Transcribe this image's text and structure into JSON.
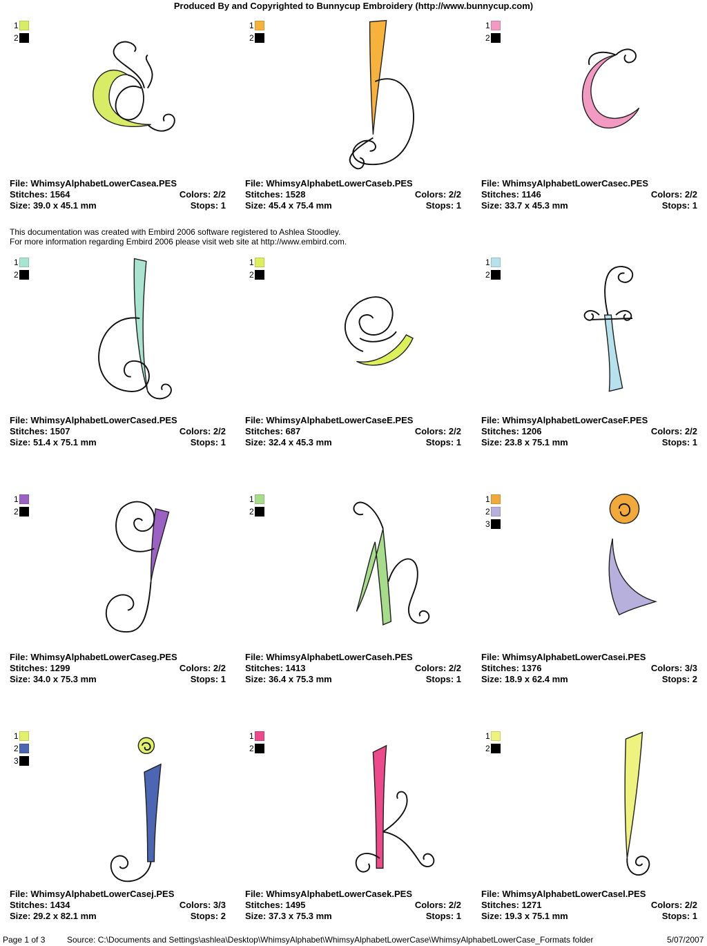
{
  "header": "Produced By and Copyrighted to Bunnycup Embroidery (http://www.bunnycup.com)",
  "notice": [
    "This documentation was created with Embird 2006 software registered to Ashlea Stoodley.",
    "For more information regarding Embird 2006 please visit web site at http://www.embird.com."
  ],
  "designs": [
    {
      "letter": "a",
      "file": "File: WhimsyAlphabetLowerCasea.PES",
      "stitches": "Stitches: 1564",
      "colors": "Colors: 2/2",
      "size": "Size: 39.0 x 45.1 mm",
      "stops": "Stops: 1",
      "swatches": [
        {
          "n": "1",
          "color": "#d9ec66"
        },
        {
          "n": "2",
          "color": "#000000"
        }
      ]
    },
    {
      "letter": "b",
      "file": "File: WhimsyAlphabetLowerCaseb.PES",
      "stitches": "Stitches: 1528",
      "colors": "Colors: 2/2",
      "size": "Size: 45.4 x 75.4 mm",
      "stops": "Stops: 1",
      "swatches": [
        {
          "n": "1",
          "color": "#f7b23b"
        },
        {
          "n": "2",
          "color": "#000000"
        }
      ]
    },
    {
      "letter": "c",
      "file": "File: WhimsyAlphabetLowerCasec.PES",
      "stitches": "Stitches: 1146",
      "colors": "Colors: 2/2",
      "size": "Size: 33.7 x 45.3 mm",
      "stops": "Stops: 1",
      "swatches": [
        {
          "n": "1",
          "color": "#f39ac2"
        },
        {
          "n": "2",
          "color": "#000000"
        }
      ]
    },
    {
      "letter": "d",
      "file": "File: WhimsyAlphabetLowerCased.PES",
      "stitches": "Stitches: 1507",
      "colors": "Colors: 2/2",
      "size": "Size: 51.4 x 75.1 mm",
      "stops": "Stops: 1",
      "swatches": [
        {
          "n": "1",
          "color": "#a8e4cf"
        },
        {
          "n": "2",
          "color": "#000000"
        }
      ]
    },
    {
      "letter": "e",
      "file": "File: WhimsyAlphabetLowerCaseE.PES",
      "stitches": "Stitches: 687",
      "colors": "Colors: 2/2",
      "size": "Size: 32.4 x 45.3 mm",
      "stops": "Stops: 1",
      "swatches": [
        {
          "n": "1",
          "color": "#dcf05c"
        },
        {
          "n": "2",
          "color": "#000000"
        }
      ]
    },
    {
      "letter": "f",
      "file": "File: WhimsyAlphabetLowerCaseF.PES",
      "stitches": "Stitches: 1206",
      "colors": "Colors: 2/2",
      "size": "Size: 23.8 x 75.1 mm",
      "stops": "Stops: 1",
      "swatches": [
        {
          "n": "1",
          "color": "#b5e2ec"
        },
        {
          "n": "2",
          "color": "#000000"
        }
      ]
    },
    {
      "letter": "g",
      "file": "File: WhimsyAlphabetLowerCaseg.PES",
      "stitches": "Stitches: 1299",
      "colors": "Colors: 2/2",
      "size": "Size: 34.0 x 75.3 mm",
      "stops": "Stops: 1",
      "swatches": [
        {
          "n": "1",
          "color": "#9b62c4"
        },
        {
          "n": "2",
          "color": "#000000"
        }
      ]
    },
    {
      "letter": "h",
      "file": "File: WhimsyAlphabetLowerCaseh.PES",
      "stitches": "Stitches: 1413",
      "colors": "Colors: 2/2",
      "size": "Size: 36.4 x 75.3 mm",
      "stops": "Stops: 1",
      "swatches": [
        {
          "n": "1",
          "color": "#a7dc8a"
        },
        {
          "n": "2",
          "color": "#000000"
        }
      ]
    },
    {
      "letter": "i",
      "file": "File: WhimsyAlphabetLowerCasei.PES",
      "stitches": "Stitches: 1376",
      "colors": "Colors: 3/3",
      "size": "Size: 18.9 x 62.4 mm",
      "stops": "Stops: 2",
      "swatches": [
        {
          "n": "1",
          "color": "#f0a93a"
        },
        {
          "n": "2",
          "color": "#b7b0dc"
        },
        {
          "n": "3",
          "color": "#000000"
        }
      ]
    },
    {
      "letter": "j",
      "file": "File: WhimsyAlphabetLowerCasej.PES",
      "stitches": "Stitches: 1434",
      "colors": "Colors: 3/3",
      "size": "Size: 29.2 x 82.1 mm",
      "stops": "Stops: 2",
      "swatches": [
        {
          "n": "1",
          "color": "#e2f06a"
        },
        {
          "n": "2",
          "color": "#4b66b3"
        },
        {
          "n": "3",
          "color": "#000000"
        }
      ]
    },
    {
      "letter": "k",
      "file": "File: WhimsyAlphabetLowerCasek.PES",
      "stitches": "Stitches: 1495",
      "colors": "Colors: 2/2",
      "size": "Size: 37.3 x 75.3 mm",
      "stops": "Stops: 1",
      "swatches": [
        {
          "n": "1",
          "color": "#ec4a8a"
        },
        {
          "n": "2",
          "color": "#000000"
        }
      ]
    },
    {
      "letter": "l",
      "file": "File: WhimsyAlphabetLowerCasel.PES",
      "stitches": "Stitches: 1271",
      "colors": "Colors: 2/2",
      "size": "Size: 19.3 x 75.1 mm",
      "stops": "Stops: 1",
      "swatches": [
        {
          "n": "1",
          "color": "#eef27e"
        },
        {
          "n": "2",
          "color": "#000000"
        }
      ]
    }
  ],
  "footer": {
    "page": "Page 1 of 3",
    "source": "Source:  C:\\Documents and Settings\\ashlea\\Desktop\\WhimsyAlphabet\\WhimsyAlphabetLowerCase\\WhimsyAlphabetLowerCase_Formats folder",
    "date": "5/07/2007"
  }
}
